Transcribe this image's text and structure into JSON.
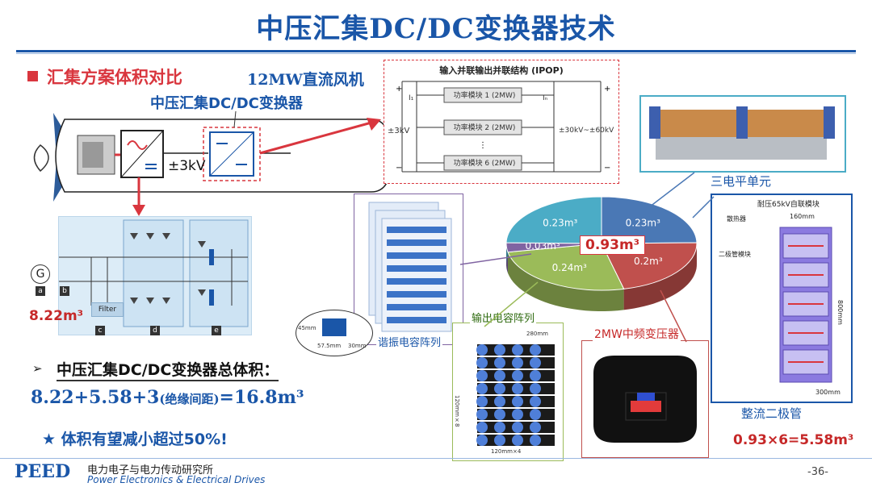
{
  "title": "中压汇集DC/DC变换器技术",
  "section_heading": "汇集方案体积对比",
  "wind_label": "12MW直流风机",
  "converter_label": "中压汇集DC/DC变换器",
  "voltage_label": "±3kV",
  "ipop": {
    "title": "输入并联输出并联结构 (IPOP)",
    "module1": "功率模块 1 (2MW)",
    "module2": "功率模块 2 (2MW)",
    "module6": "功率模块 6 (2MW)",
    "in_voltage": "±3kV",
    "out_voltage": "±30kV~±60kV",
    "i1": "I₁",
    "in": "Iₙ"
  },
  "circuit": {
    "g": "G",
    "filter": "Filter",
    "tag_a": "a",
    "tag_b": "b",
    "tag_c": "c",
    "tag_d": "d",
    "tag_e": "e"
  },
  "volume_baseline": "8.22m³",
  "pie": {
    "center_label": "0.93m³",
    "slices": [
      {
        "label": "0.23m³",
        "value": 0.23,
        "color": "#4a78b5"
      },
      {
        "label": "0.2m³",
        "value": 0.2,
        "color": "#c0504d"
      },
      {
        "label": "0.24m³",
        "value": 0.24,
        "color": "#9bbb59"
      },
      {
        "label": "0.03m³",
        "value": 0.03,
        "color": "#8064a2"
      },
      {
        "label": "0.23m³",
        "value": 0.23,
        "color": "#4bacc6"
      }
    ]
  },
  "three_level_label": "三电平单元",
  "cap_array_label": "谐振电容阵列",
  "cap_dims": {
    "w": "57.5mm",
    "d": "30mm",
    "h": "45mm"
  },
  "output_cap_label": "输出电容阵列",
  "output_cap_dims": {
    "top": "280mm",
    "side": "120mm×8",
    "bottom": "120mm×4"
  },
  "transformer_label": "2MW中频变压器",
  "diode": {
    "title": "耐压65kV自联模块",
    "heatsink": "散热器",
    "module": "二极管模块",
    "w": "160mm",
    "h": "800mm",
    "d": "300mm",
    "label": "整流二极管",
    "formula": "0.93×6=5.58m³"
  },
  "summary": {
    "heading": "中压汇集DC/DC变换器总体积：",
    "formula_main": "8.22+5.58+3",
    "formula_note": "(绝缘间距)",
    "formula_result": "=16.8m³",
    "highlight": "体积有望减小超过50%!"
  },
  "footer": {
    "logo": "PEED",
    "org_cn": "电力电子与电力传动研究所",
    "org_en": "Power Electronics & Electrical Drives",
    "page": "-36-"
  },
  "colors": {
    "accent_blue": "#1a56a8",
    "accent_red": "#d9363e"
  }
}
